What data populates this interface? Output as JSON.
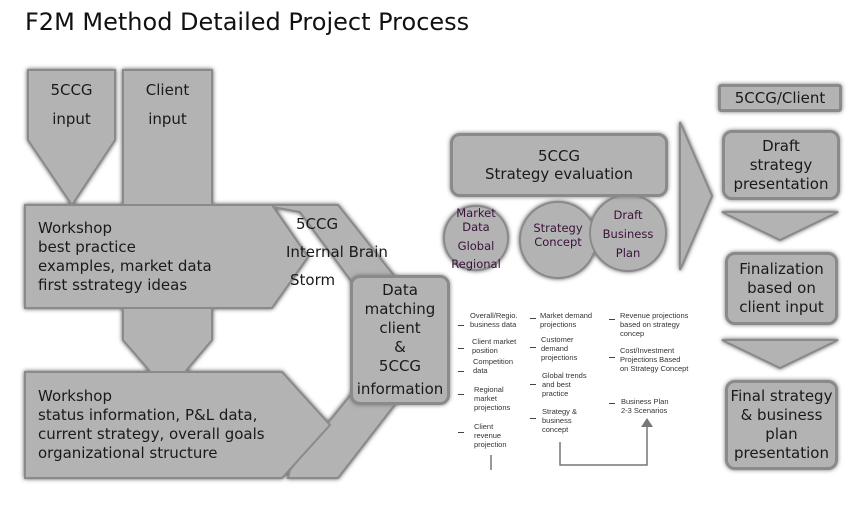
{
  "title": "F2M Method Detailed Project Process",
  "inputs": {
    "fivec": [
      "5CCG",
      "input"
    ],
    "client": [
      "Client",
      "input"
    ]
  },
  "workshop1": [
    "Workshop",
    "best practice",
    "examples, market data",
    "first sstrategy ideas"
  ],
  "workshop2": [
    "Workshop",
    "status information, P&L data,",
    "current strategy, overall goals",
    "organizational structure"
  ],
  "brainstorm": [
    "5CCG",
    "Internal Brain",
    "Storm"
  ],
  "data_matching": [
    "Data",
    "matching",
    "client",
    "&",
    "5CCG",
    "information"
  ],
  "strategy_eval": [
    "5CCG",
    "Strategy evaluation"
  ],
  "circles": {
    "market": [
      "Market",
      "Data",
      "Global",
      "Regional"
    ],
    "concept": [
      "Strategy",
      "Concept"
    ],
    "plan": [
      "Draft",
      "Business",
      "Plan"
    ]
  },
  "details": {
    "col1": [
      "Overall/Regio. business data",
      "Client market position",
      "Competition data",
      "Regional market projections",
      "Client revenue projection"
    ],
    "col2": [
      "Market demand projections",
      "Customer demand projections",
      "Global trends and best practice",
      "Strategy & business concept"
    ],
    "col3": [
      "Revenue projections based on strategy concep",
      "Cost/Investment Projections Based on Strategy Concept",
      "Business Plan 2-3 Scenarios"
    ]
  },
  "right": {
    "header": "5CCG/Client",
    "draft": "Draft strategy presentation",
    "finalization": "Finalization based on client input",
    "final": "Final strategy & business plan presentation"
  }
}
